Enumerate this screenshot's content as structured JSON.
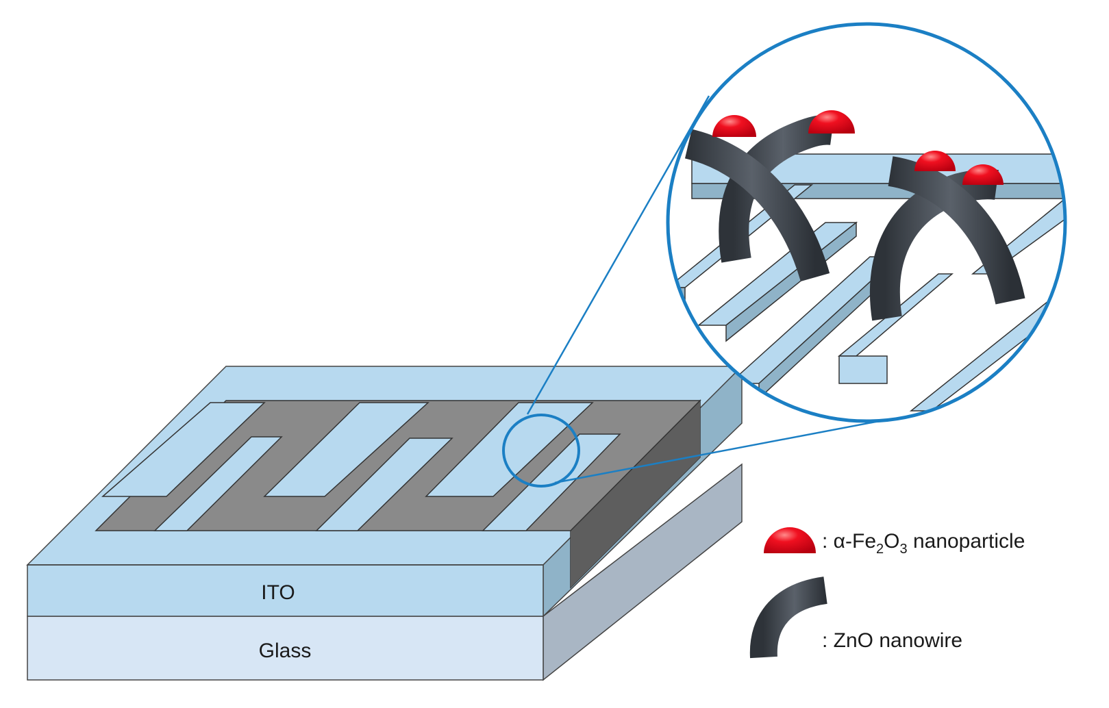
{
  "layers": {
    "ito_label": "ITO",
    "glass_label": "Glass"
  },
  "legend": {
    "nanoparticle": {
      "prefix": ": α-Fe",
      "sub1": "2",
      "mid": "O",
      "sub2": "3",
      "suffix": " nanoparticle"
    },
    "nanowire": {
      "text": ": ZnO nanowire"
    }
  },
  "colors": {
    "ito_light": "#b7d9ef",
    "ito_side": "#8fb3c8",
    "glass_front": "#d7e6f5",
    "glass_side": "#a9b6c4",
    "electrode_top": "#8a8a8a",
    "electrode_side": "#5e5e5e",
    "magnifier_blue": "#1b7fc4",
    "nanoparticle_red": "#e8001a",
    "nanowire_dark": "#3f454c"
  },
  "icons": {
    "nanoparticle": "red-hemisphere-icon",
    "nanowire": "curved-dark-tube-icon"
  }
}
